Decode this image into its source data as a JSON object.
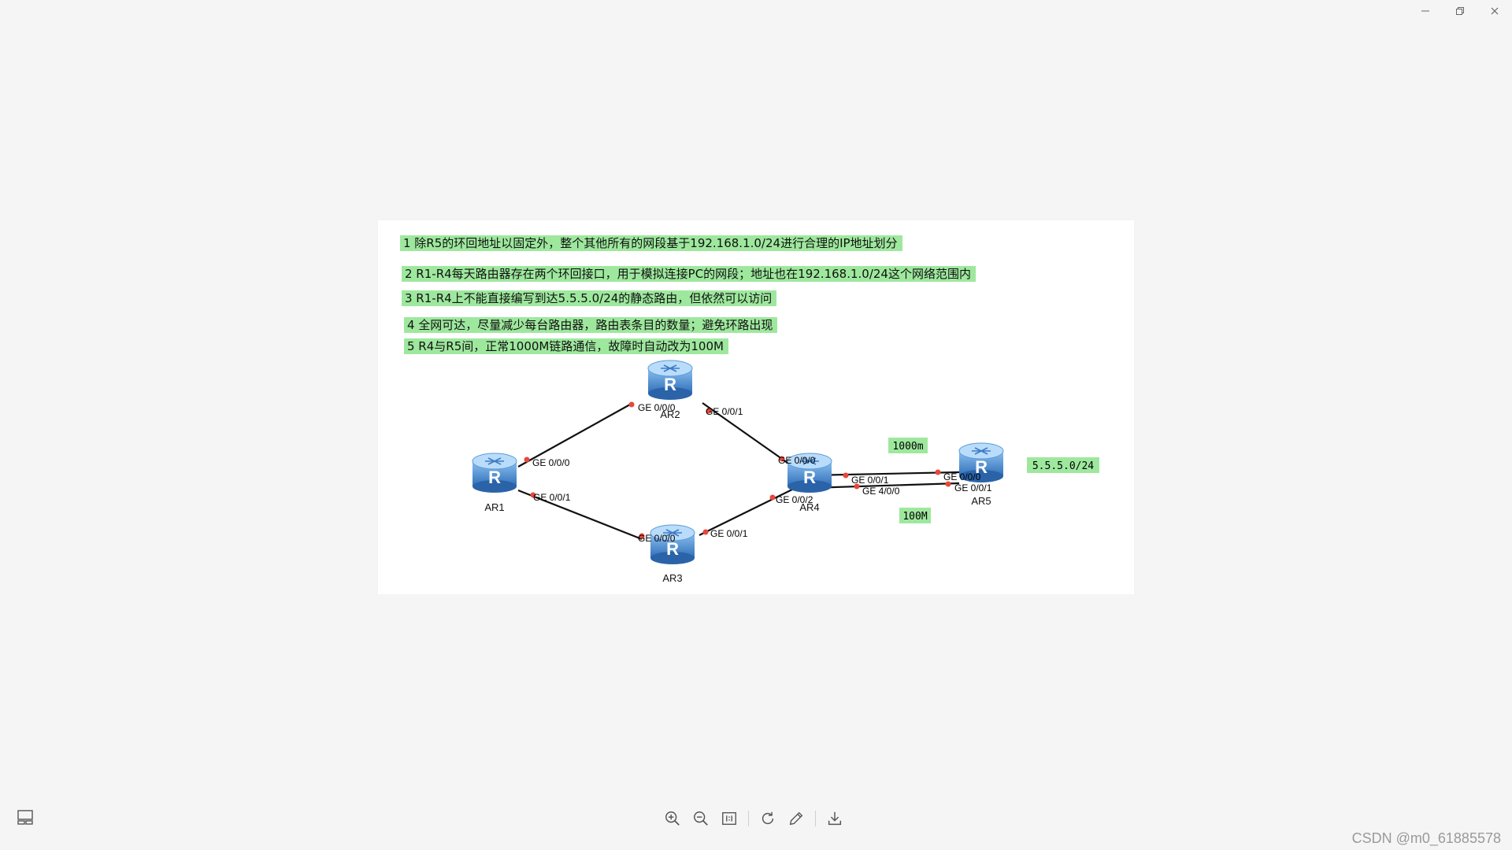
{
  "window": {
    "controls": [
      {
        "name": "minimize-button",
        "icon": "minimize-icon"
      },
      {
        "name": "restore-button",
        "icon": "restore-icon"
      },
      {
        "name": "close-button",
        "icon": "close-icon"
      }
    ]
  },
  "requirements": [
    "1 除R5的环回地址以固定外，整个其他所有的网段基于192.168.1.0/24进行合理的IP地址划分",
    "2 R1-R4每天路由器存在两个环回接口，用于模拟连接PC的网段；地址也在192.168.1.0/24这个网络范围内",
    "3 R1-R4上不能直接编写到达5.5.5.0/24的静态路由，但依然可以访问",
    "4 全网可达，尽量减少每台路由器，路由表条目的数量；避免环路出现",
    "5 R4与R5间，正常1000M链路通信，故障时自动改为100M"
  ],
  "topology": {
    "routers": [
      {
        "id": "AR1",
        "label": "AR1"
      },
      {
        "id": "AR2",
        "label": "AR2"
      },
      {
        "id": "AR3",
        "label": "AR3"
      },
      {
        "id": "AR4",
        "label": "AR4"
      },
      {
        "id": "AR5",
        "label": "AR5"
      }
    ],
    "ports": {
      "ar1_g000": "GE 0/0/0",
      "ar1_g001": "GE 0/0/1",
      "ar2_g000": "GE 0/0/0",
      "ar2_g001": "GE 0/0/1",
      "ar3_g000": "GE 0/0/0",
      "ar3_g001": "GE 0/0/1",
      "ar4_g000": "GE 0/0/0",
      "ar4_g002": "GE 0/0/2",
      "ar4_g001": "GE 0/0/1",
      "ar4_g400": "GE 4/0/0",
      "ar5_g000": "GE 0/0/0",
      "ar5_g001": "GE 0/0/1"
    },
    "annotations": {
      "link_1000": "1000m",
      "link_100": "100M",
      "loopback_net": "5.5.5.0/24"
    },
    "router_color": "#4a8fd6",
    "link_color": "#111111",
    "port_dot_color": "#e8473a",
    "highlight_color": "#9ee89e"
  },
  "toolbar": {
    "left": {
      "name": "thumbnail-toggle",
      "icon": "thumbnail-icon"
    },
    "tools": [
      {
        "name": "zoom-in-button",
        "icon": "zoom-in-icon"
      },
      {
        "name": "zoom-out-button",
        "icon": "zoom-out-icon"
      },
      {
        "name": "actual-size-button",
        "icon": "actual-size-icon"
      },
      {
        "name": "rotate-button",
        "icon": "rotate-icon"
      },
      {
        "name": "edit-button",
        "icon": "pencil-icon"
      },
      {
        "name": "download-button",
        "icon": "download-icon"
      }
    ]
  },
  "watermark": "CSDN @m0_61885578"
}
